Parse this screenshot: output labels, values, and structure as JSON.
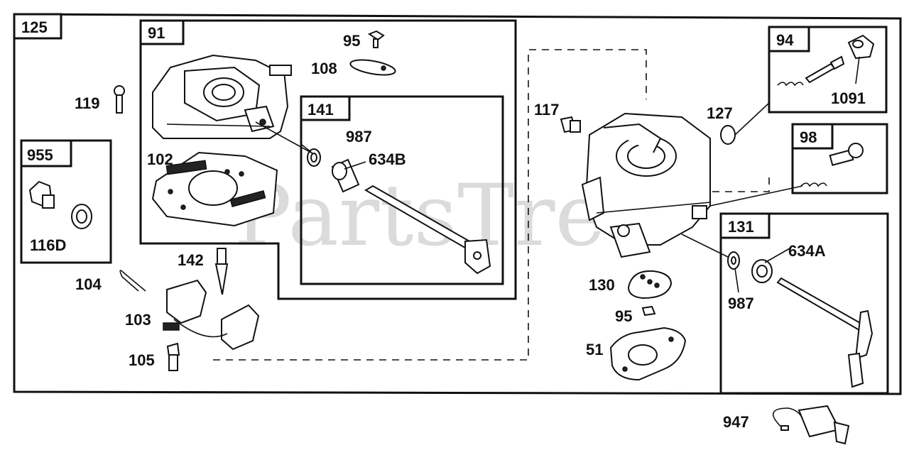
{
  "watermark": "PartsTree",
  "groups": {
    "main": "125",
    "cover": "91",
    "choke_shaft": "141",
    "drain_plug": "955",
    "idle_mixture": "94",
    "idle_speed": "98",
    "throttle_shaft": "131"
  },
  "parts": {
    "p95_top": "95",
    "p108": "108",
    "p119": "119",
    "p102": "102",
    "p987_choke": "987",
    "p634B": "634B",
    "p116D": "116D",
    "p142": "142",
    "p104": "104",
    "p103": "103",
    "p105": "105",
    "p117": "117",
    "p127": "127",
    "p1091": "1091",
    "p634A": "634A",
    "p987_throttle": "987",
    "p130": "130",
    "p95_bottom": "95",
    "p51": "51",
    "p947": "947"
  }
}
